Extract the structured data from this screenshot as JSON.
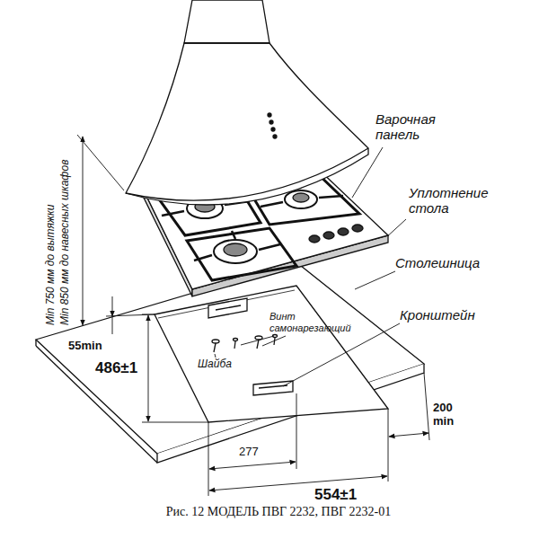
{
  "diagram": {
    "caption": "Рис. 12 МОДЕЛЬ ПВГ 2232, ПВГ 2232-01",
    "labels": [
      "Min 750 мм до вытяжки",
      "Min 850 мм до навесных шкафов",
      "Варочная панель",
      "Уплотнение стола",
      "Столешница",
      "Кронштейн",
      "Винт самонарезающий",
      "Шайба",
      "55min",
      "486±1",
      "277",
      "554±1",
      "200 min"
    ]
  }
}
